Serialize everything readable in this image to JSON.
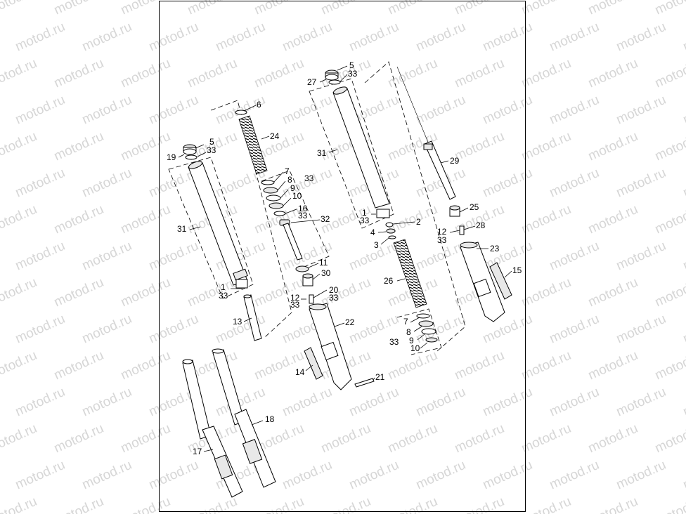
{
  "watermark": {
    "text": "motod.ru"
  },
  "callouts": {
    "c_6": "6",
    "c_24": "24",
    "c_5a": "5",
    "c_33a": "33",
    "c_19": "19",
    "c_7a": "7",
    "c_33b": "33",
    "c_8a": "8",
    "c_9a": "9",
    "c_10a": "10",
    "c_16": "16",
    "c_33c": "33",
    "c_32": "32",
    "c_31a": "31",
    "c_11": "11",
    "c_30": "30",
    "c_1a": "1",
    "c_33d": "33",
    "c_12a": "12",
    "c_33e": "33",
    "c_20": "20",
    "c_33f": "33",
    "c_13": "13",
    "c_22": "22",
    "c_14": "14",
    "c_21": "21",
    "c_17": "17",
    "c_18": "18",
    "c_5b": "5",
    "c_33g": "33",
    "c_27": "27",
    "c_31b": "31",
    "c_29": "29",
    "c_1b": "1",
    "c_33h": "33",
    "c_2": "2",
    "c_4": "4",
    "c_3": "3",
    "c_25": "25",
    "c_12b": "12",
    "c_33i": "33",
    "c_28": "28",
    "c_23": "23",
    "c_15": "15",
    "c_26": "26",
    "c_7b": "7",
    "c_8b": "8",
    "c_33j": "33",
    "c_9b": "9",
    "c_10b": "10"
  }
}
